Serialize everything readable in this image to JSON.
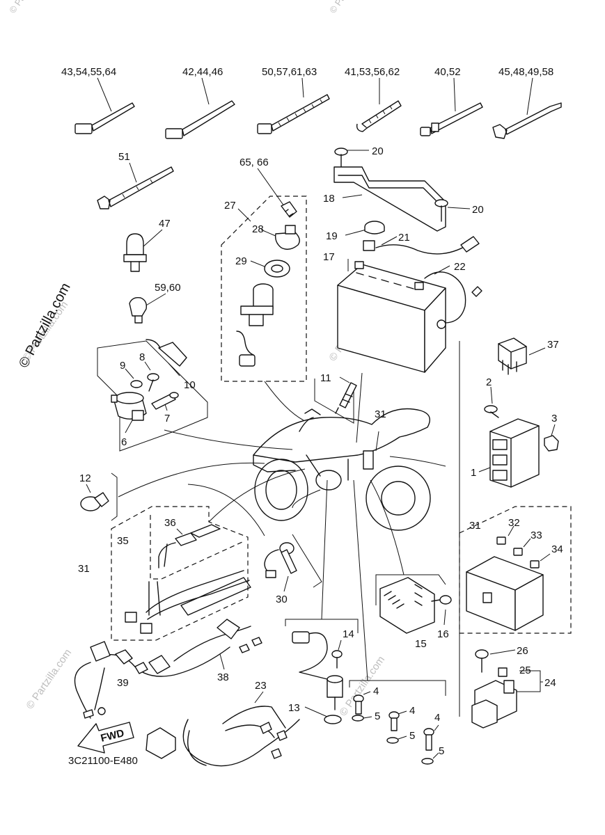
{
  "watermark": {
    "copyright": "© Partzilla.com",
    "faint": "© Partzilla.com"
  },
  "diagram_code": "3C21100-E480",
  "fwd_label": "FWD",
  "callouts": [
    {
      "id": "c-43-54-55-64",
      "text": "43,54,55,64"
    },
    {
      "id": "c-42-44-46",
      "text": "42,44,46"
    },
    {
      "id": "c-50-57-61-63",
      "text": "50,57,61,63"
    },
    {
      "id": "c-41-53-56-62",
      "text": "41,53,56,62"
    },
    {
      "id": "c-40-52",
      "text": "40,52"
    },
    {
      "id": "c-45-48-49-58",
      "text": "45,48,49,58"
    },
    {
      "id": "c-51",
      "text": "51"
    },
    {
      "id": "c-65-66",
      "text": "65, 66"
    },
    {
      "id": "c-27",
      "text": "27"
    },
    {
      "id": "c-28",
      "text": "28"
    },
    {
      "id": "c-29",
      "text": "29"
    },
    {
      "id": "c-47",
      "text": "47"
    },
    {
      "id": "c-59-60",
      "text": "59,60"
    },
    {
      "id": "c-20a",
      "text": "20"
    },
    {
      "id": "c-18",
      "text": "18"
    },
    {
      "id": "c-20b",
      "text": "20"
    },
    {
      "id": "c-19",
      "text": "19"
    },
    {
      "id": "c-21",
      "text": "21"
    },
    {
      "id": "c-17",
      "text": "17"
    },
    {
      "id": "c-22",
      "text": "22"
    },
    {
      "id": "c-9",
      "text": "9"
    },
    {
      "id": "c-8",
      "text": "8"
    },
    {
      "id": "c-10",
      "text": "10"
    },
    {
      "id": "c-7",
      "text": "7"
    },
    {
      "id": "c-6",
      "text": "6"
    },
    {
      "id": "c-11",
      "text": "11"
    },
    {
      "id": "c-31a",
      "text": "31"
    },
    {
      "id": "c-37",
      "text": "37"
    },
    {
      "id": "c-2",
      "text": "2"
    },
    {
      "id": "c-3",
      "text": "3"
    },
    {
      "id": "c-1",
      "text": "1"
    },
    {
      "id": "c-12",
      "text": "12"
    },
    {
      "id": "c-36",
      "text": "36"
    },
    {
      "id": "c-35",
      "text": "35"
    },
    {
      "id": "c-31b",
      "text": "31"
    },
    {
      "id": "c-30",
      "text": "30"
    },
    {
      "id": "c-31c",
      "text": "31"
    },
    {
      "id": "c-32",
      "text": "32"
    },
    {
      "id": "c-33",
      "text": "33"
    },
    {
      "id": "c-34",
      "text": "34"
    },
    {
      "id": "c-15",
      "text": "15"
    },
    {
      "id": "c-16",
      "text": "16"
    },
    {
      "id": "c-14",
      "text": "14"
    },
    {
      "id": "c-39",
      "text": "39"
    },
    {
      "id": "c-38",
      "text": "38"
    },
    {
      "id": "c-26",
      "text": "26"
    },
    {
      "id": "c-25",
      "text": "25"
    },
    {
      "id": "c-24",
      "text": "24"
    },
    {
      "id": "c-23",
      "text": "23"
    },
    {
      "id": "c-4a",
      "text": "4"
    },
    {
      "id": "c-13",
      "text": "13"
    },
    {
      "id": "c-5a",
      "text": "5"
    },
    {
      "id": "c-4b",
      "text": "4"
    },
    {
      "id": "c-5b",
      "text": "5"
    },
    {
      "id": "c-4c",
      "text": "4"
    },
    {
      "id": "c-5c",
      "text": "5"
    }
  ]
}
